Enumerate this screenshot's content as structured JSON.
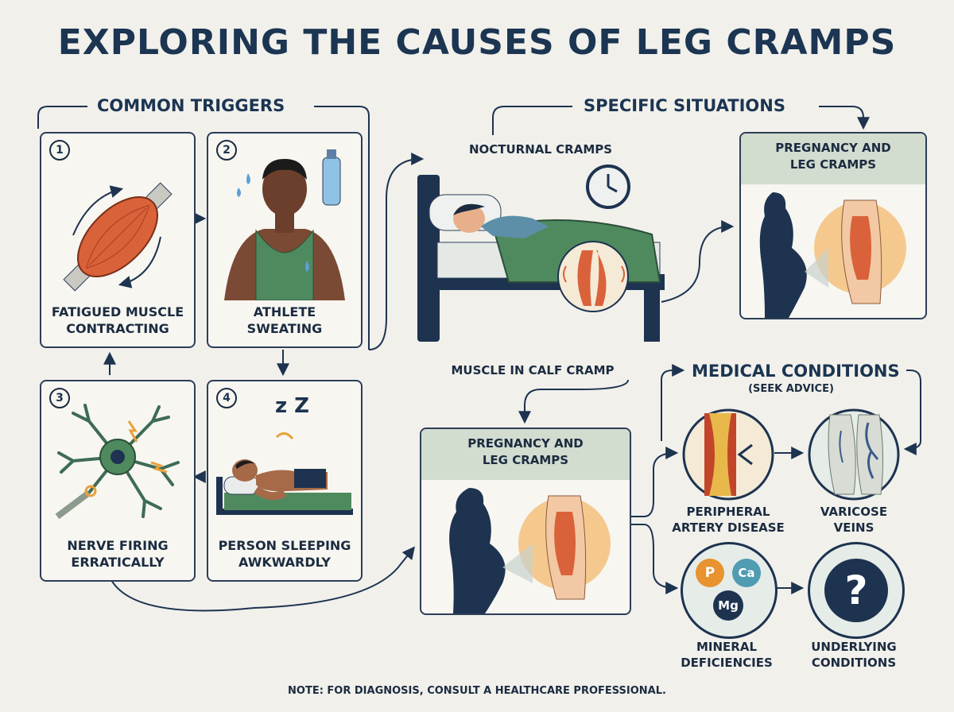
{
  "title": "EXPLORING THE CAUSES OF LEG CRAMPS",
  "common_triggers": {
    "heading": "COMMON TRIGGERS",
    "cards": [
      {
        "number": "1",
        "label_line1": "FATIGUED MUSCLE",
        "label_line2": "CONTRACTING"
      },
      {
        "number": "2",
        "label_line1": "ATHLETE",
        "label_line2": "SWEATING"
      },
      {
        "number": "3",
        "label_line1": "NERVE FIRING",
        "label_line2": "ERRATICALLY"
      },
      {
        "number": "4",
        "label_line1": "PERSON SLEEPING",
        "label_line2": "AWKWARDLY"
      }
    ]
  },
  "specific_situations": {
    "heading": "SPECIFIC SITUATIONS",
    "nocturnal_label": "NOCTURNAL CRAMPS",
    "calf_label": "MUSCLE IN CALF CRAMP",
    "pregnancy_top": {
      "line1": "PREGNANCY AND",
      "line2": "LEG CRAMPS"
    },
    "pregnancy_bottom": {
      "line1": "PREGNANCY AND",
      "line2": "LEG CRAMPS"
    }
  },
  "medical_conditions": {
    "heading": "MEDICAL CONDITIONS",
    "subheading": "(SEEK ADVICE)",
    "items": [
      {
        "line1": "PERIPHERAL",
        "line2": "ARTERY DISEASE"
      },
      {
        "line1": "VARICOSE",
        "line2": "VEINS"
      },
      {
        "line1": "MINERAL",
        "line2": "DEFICIENCIES"
      },
      {
        "line1": "UNDERLYING",
        "line2": "CONDITIONS"
      }
    ],
    "mineral_symbols": [
      "P",
      "Ca",
      "Mg"
    ],
    "question_mark": "?"
  },
  "sleep_letters": "z Z",
  "note": "NOTE: FOR DIAGNOSIS, CONSULT A HEALTHCARE PROFESSIONAL.",
  "colors": {
    "navy": "#1b3552",
    "muscle": "#d9623b",
    "green": "#4f8a5f",
    "band": "#d2dccf",
    "background": "#f1f0eb"
  }
}
